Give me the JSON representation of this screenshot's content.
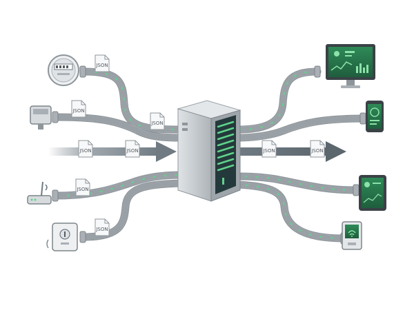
{
  "documents": {
    "doc_meter": "JSON",
    "doc_sensor": "JSON",
    "doc_flow_in_1": "JSON",
    "doc_flow_in_2": "JSON",
    "doc_server_top": "JSON",
    "doc_router": "JSON",
    "doc_switch": "JSON",
    "doc_flow_out_1": "JSON",
    "doc_flow_out_2": "JSON"
  },
  "colors": {
    "pipe": "#b9bec2",
    "pipe_dark": "#8f969b",
    "arrow": "#6f7a82",
    "server_body": "#c9ced2",
    "server_panel": "#2f4a4d",
    "led": "#5fd38b",
    "screen": "#2f7f52",
    "screen_light": "#56c47a",
    "device": "#d7dbde"
  },
  "icons": {
    "meter": "smart-meter-icon",
    "sensor": "sensor-box-icon",
    "router": "wifi-router-icon",
    "switch": "smart-switch-icon",
    "server": "server-rack-icon",
    "monitor": "desktop-monitor-icon",
    "phone": "smartphone-icon",
    "tablet": "tablet-icon",
    "kiosk": "wireless-kiosk-icon"
  }
}
